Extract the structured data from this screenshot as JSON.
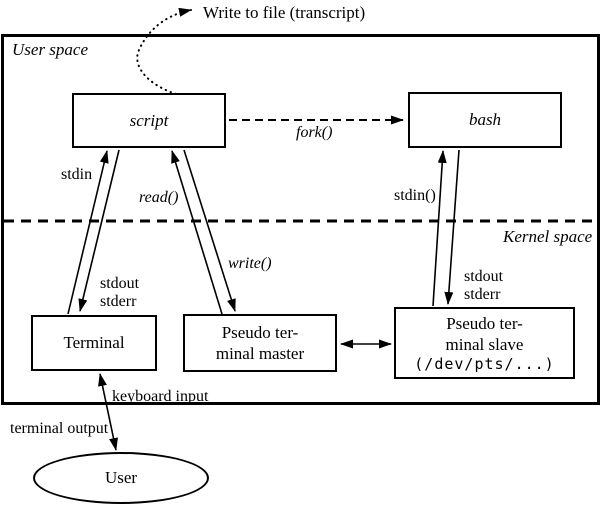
{
  "diagram": {
    "transcript_label": "Write to file (transcript)",
    "regions": {
      "user_space": "User space",
      "kernel_space": "Kernel space"
    },
    "nodes": {
      "script": "script",
      "bash": "bash",
      "terminal": "Terminal",
      "master_line1": "Pseudo ter-",
      "master_line2": "minal master",
      "slave_line1": "Pseudo ter-",
      "slave_line2": "minal slave",
      "slave_line3": "(/dev/pts/...)",
      "user": "User"
    },
    "edge_labels": {
      "fork": "fork()",
      "stdin_left": "stdin",
      "read": "read()",
      "write": "write()",
      "stdin_right": "stdin()",
      "stdout_left_1": "stdout",
      "stdout_left_2": "stderr",
      "stdout_right_1": "stdout",
      "stdout_right_2": "stderr",
      "keyboard_input": "keyboard input",
      "terminal_output": "terminal output"
    },
    "colors": {
      "foreground": "#000000",
      "background": "#ffffff"
    }
  }
}
